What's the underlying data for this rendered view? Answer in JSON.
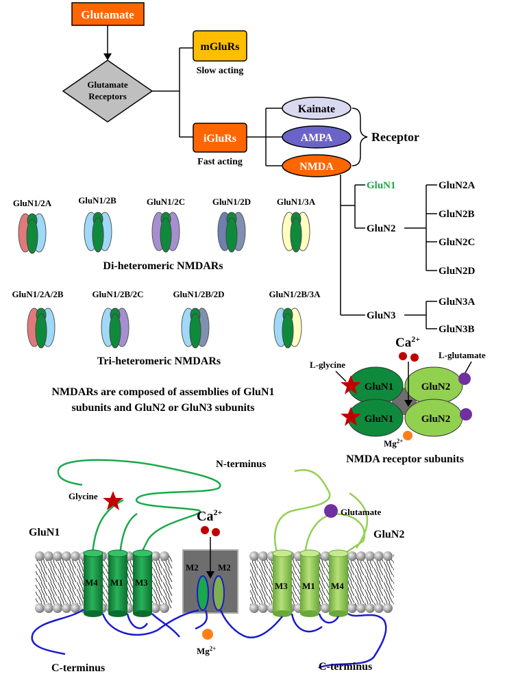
{
  "flow": {
    "glutamate": "Glutamate",
    "receptors_line1": "Glutamate",
    "receptors_line2": "Receptors",
    "mglurs": "mGluRs",
    "slow": "Slow acting",
    "iglurs": "iGluRs",
    "fast": "Fast acting",
    "kainate": "Kainate",
    "ampa": "AMPA",
    "nmda": "NMDA",
    "receptor": "Receptor",
    "glun1": "GluN1",
    "glun2": "GluN2",
    "glun2a": "GluN2A",
    "glun2b": "GluN2B",
    "glun2c": "GluN2C",
    "glun2d": "GluN2D",
    "glun3": "GluN3",
    "glun3a": "GluN3A",
    "glun3b": "GluN3B"
  },
  "di": {
    "items": [
      "GluN1/2A",
      "GluN1/2B",
      "GluN1/2C",
      "GluN1/2D",
      "GluN1/3A"
    ],
    "caption": "Di-heteromeric NMDARs"
  },
  "tri": {
    "items": [
      "GluN1/2A/2B",
      "GluN1/2B/2C",
      "GluN1/2B/2D",
      "GluN1/2B/3A"
    ],
    "caption": "Tri-heteromeric NMDARs"
  },
  "composition": {
    "line1": "NMDARs are composed of assemblies of GluN1",
    "line2": "subunits and GluN2 or GluN3 subunits"
  },
  "subunits": {
    "ca": "Ca",
    "ca_sup": "2+",
    "l_glycine": "L-glycine",
    "l_glutamate": "L-glutamate",
    "glun1_a": "GluN1",
    "glun1_b": "GluN1",
    "glun2_a": "GluN2",
    "glun2_b": "GluN2",
    "mg": "Mg",
    "mg_sup": "2+",
    "caption": "NMDA receptor subunits"
  },
  "membrane": {
    "n_terminus": "N-terminus",
    "glycine": "Glycine",
    "ca": "Ca",
    "ca_sup": "2+",
    "glutamate": "Glutamate",
    "glun1": "GluN1",
    "glun2": "GluN2",
    "m4_left": "M4",
    "m1_left": "M1",
    "m3_left": "M3",
    "m2_left": "M2",
    "m2_right": "M2",
    "m3_right": "M3",
    "m1_right": "M1",
    "m4_right": "M4",
    "mg": "Mg",
    "mg_sup": "2+",
    "c_terminus_left": "C-terminus",
    "c_terminus_right": "C-terminus"
  },
  "colors": {
    "orange": "#ff6600",
    "gold": "#ffbf00",
    "grey_diamond": "#bfbfbf",
    "kainate": "#d9d9f0",
    "ampa": "#6c63c8",
    "glun1_label": "#1aa84a",
    "dark_green": "#0f8a3c",
    "light_green": "#92d050",
    "star_red": "#c00000",
    "dot_purple": "#7030a0",
    "ca_red": "#c00000",
    "mg_orange": "#ff7f1a",
    "loop_blue": "#1a1acc",
    "subunit_2a": "#e07a7a",
    "subunit_2b": "#9fd9f7",
    "subunit_2c": "#a58fd0",
    "subunit_2d": "#8090b0",
    "subunit_3a": "#ffffc0"
  }
}
